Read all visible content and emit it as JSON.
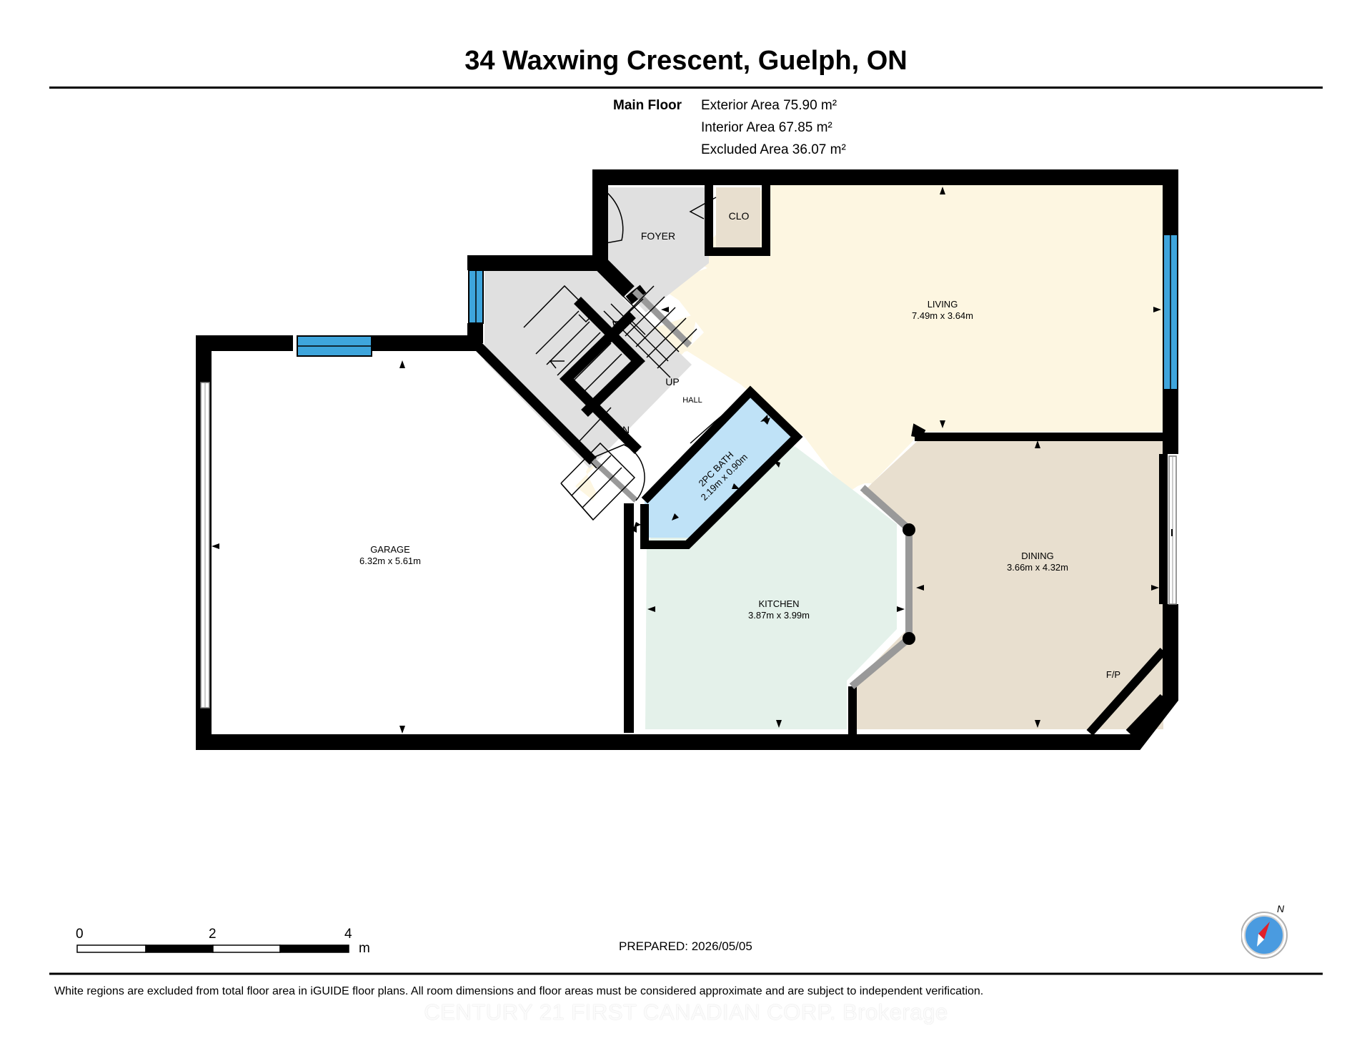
{
  "header": {
    "title": "34 Waxwing Crescent, Guelph, ON"
  },
  "summary": {
    "floor_name": "Main Floor",
    "exterior_area": "Exterior Area 75.90 m²",
    "interior_area": "Interior Area 67.85 m²",
    "excluded_area": "Excluded Area 36.07 m²"
  },
  "rooms": {
    "foyer": {
      "name": "FOYER"
    },
    "closet": {
      "name": "CLO"
    },
    "living": {
      "name": "LIVING",
      "dims": "7.49m x 3.64m"
    },
    "hall": {
      "name": "HALL",
      "up": "UP",
      "down": "DN"
    },
    "bath": {
      "name": "2PC BATH",
      "dims": "2.19m x 0.90m"
    },
    "garage": {
      "name": "GARAGE",
      "dims": "6.32m x 5.61m"
    },
    "kitchen": {
      "name": "KITCHEN",
      "dims": "3.87m x 3.99m"
    },
    "dining": {
      "name": "DINING",
      "dims": "3.66m x 4.32m",
      "fireplace": "F/P"
    }
  },
  "colors": {
    "living": "#fdf6e1",
    "kitchen": "#e4f1ea",
    "dining": "#e8dfcf",
    "bath": "#bfe2f7",
    "foyer": "#e0e0e0",
    "closet": "#e8dfcf",
    "window": "#3ea5dc",
    "wall": "#000000"
  },
  "scale": {
    "ticks": [
      "0",
      "2",
      "4"
    ],
    "unit": "m"
  },
  "compass": {
    "label": "N",
    "icon": "north-compass-icon"
  },
  "footer": {
    "prepared": "PREPARED: 2026/05/05",
    "note": "White regions are excluded from total floor area in iGUIDE floor plans. All room dimensions and floor areas must be considered approximate and are subject to independent verification.",
    "watermark": "CENTURY 21 FIRST CANADIAN CORP. Brokerage"
  }
}
